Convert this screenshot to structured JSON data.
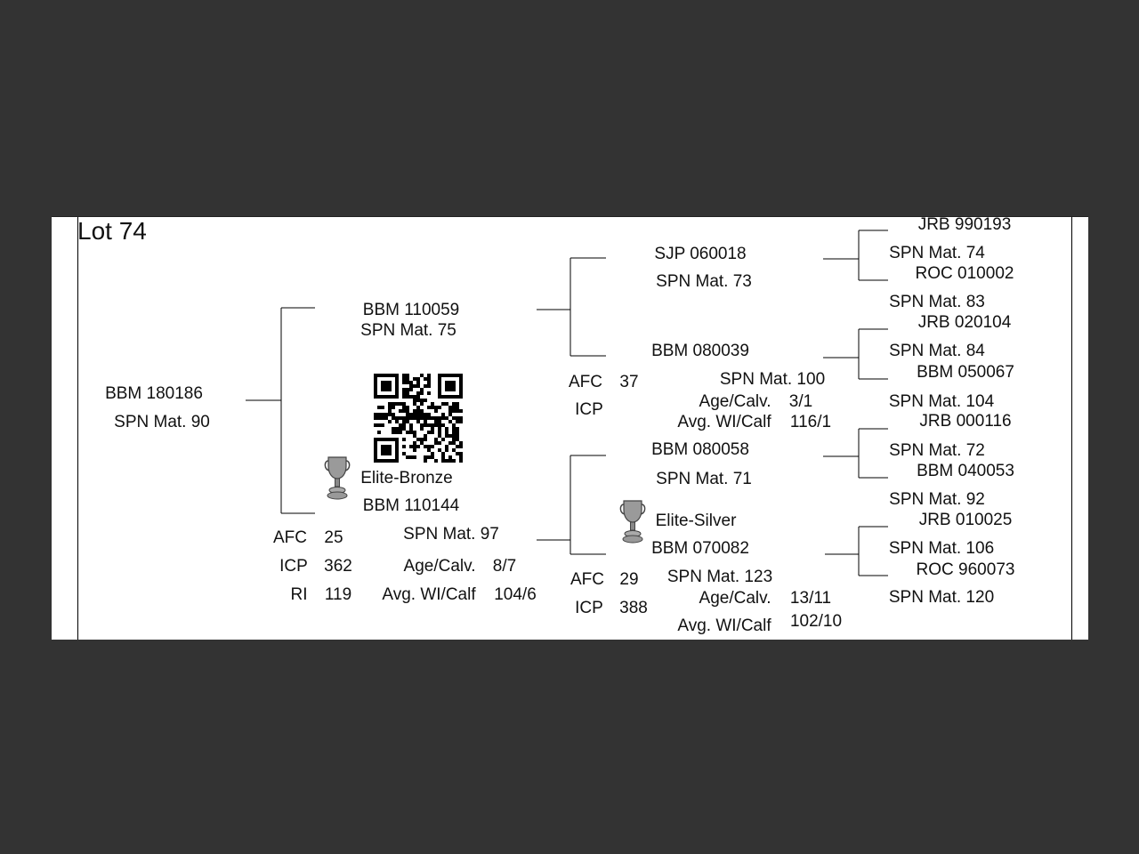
{
  "lot": "Lot 74",
  "subject": {
    "id": "BBM 180186",
    "mat": "SPN Mat. 90"
  },
  "sire": {
    "id": "BBM 110059",
    "mat": "SPN Mat. 75"
  },
  "dam": {
    "award": "Elite-Bronze",
    "id": "BBM 110144",
    "mat": "SPN Mat. 97",
    "afc_label": "AFC",
    "afc": "25",
    "icp_label": "ICP",
    "icp": "362",
    "ri_label": "RI",
    "ri": "119",
    "agecalv_label": "Age/Calv.",
    "agecalv": "8/7",
    "avgwi_label": "Avg. WI/Calf",
    "avgwi": "104/6"
  },
  "ss": {
    "id": "SJP 060018",
    "mat": "SPN Mat. 73"
  },
  "sd": {
    "id": "BBM 080039",
    "mat": "SPN Mat. 100",
    "afc_label": "AFC",
    "afc": "37",
    "icp_label": "ICP",
    "agecalv_label": "Age/Calv.",
    "agecalv": "3/1",
    "avgwi_label": "Avg. WI/Calf",
    "avgwi": "116/1"
  },
  "ds": {
    "id": "BBM 080058",
    "mat": "SPN Mat. 71"
  },
  "dd": {
    "award": "Elite-Silver",
    "id": "BBM 070082",
    "mat": "SPN Mat. 123",
    "afc_label": "AFC",
    "afc": "29",
    "icp_label": "ICP",
    "icp": "388",
    "agecalv_label": "Age/Calv.",
    "agecalv": "13/11",
    "avgwi_label": "Avg. WI/Calf",
    "avgwi": "102/10"
  },
  "ggp": [
    {
      "sire": "JRB 990193",
      "sire_mat": "SPN Mat. 74",
      "dam": "ROC 010002",
      "dam_mat": "SPN Mat. 83"
    },
    {
      "sire": "JRB 020104",
      "sire_mat": "SPN Mat. 84",
      "dam": "BBM 050067",
      "dam_mat": "SPN Mat. 104"
    },
    {
      "sire": "JRB 000116",
      "sire_mat": "SPN Mat. 72",
      "dam": "BBM 040053",
      "dam_mat": "SPN Mat. 92"
    },
    {
      "sire": "JRB 010025",
      "sire_mat": "SPN Mat. 106",
      "dam": "ROC 960073",
      "dam_mat": "SPN Mat. 120"
    }
  ],
  "icons": {
    "trophy": "trophy-icon",
    "qr": "qr-code-icon"
  }
}
